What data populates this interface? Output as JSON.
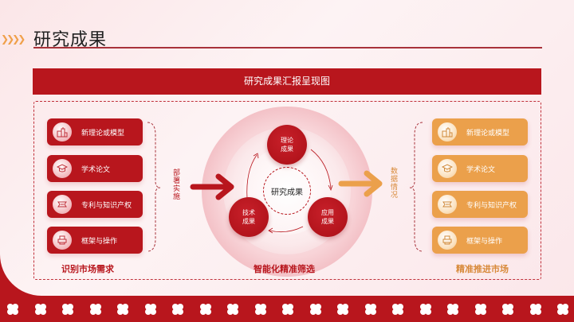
{
  "header": {
    "chevron_icon": "chevron-right-icon",
    "title": "研究成果"
  },
  "banner": {
    "title": "研究成果汇报呈现图"
  },
  "left_panel": {
    "items": [
      {
        "label": "新理论或模型",
        "icon": "buildings-icon"
      },
      {
        "label": "学术论文",
        "icon": "graduation-cap-icon"
      },
      {
        "label": "专利与知识产权",
        "icon": "patent-icon"
      },
      {
        "label": "框架与操作",
        "icon": "printer-icon"
      }
    ],
    "connector_label": "部署实施",
    "caption": "识别市场需求"
  },
  "center": {
    "core_label": "研究成果",
    "nodes": [
      {
        "line1": "理论",
        "line2": "成果"
      },
      {
        "line1": "应用",
        "line2": "成果"
      },
      {
        "line1": "技术",
        "line2": "成果"
      }
    ],
    "caption": "智能化精准筛选"
  },
  "right_panel": {
    "items": [
      {
        "label": "新理论或模型",
        "icon": "buildings-icon"
      },
      {
        "label": "学术论文",
        "icon": "graduation-cap-icon"
      },
      {
        "label": "专利与知识产权",
        "icon": "patent-icon"
      },
      {
        "label": "框架与操作",
        "icon": "printer-icon"
      }
    ],
    "connector_label": "数据情况",
    "caption": "精准推进市场"
  },
  "colors": {
    "primary_red": "#b8161d",
    "accent_orange": "#eba04b",
    "background_pink": "#fbe6e8",
    "title_line": "#a8323a"
  }
}
